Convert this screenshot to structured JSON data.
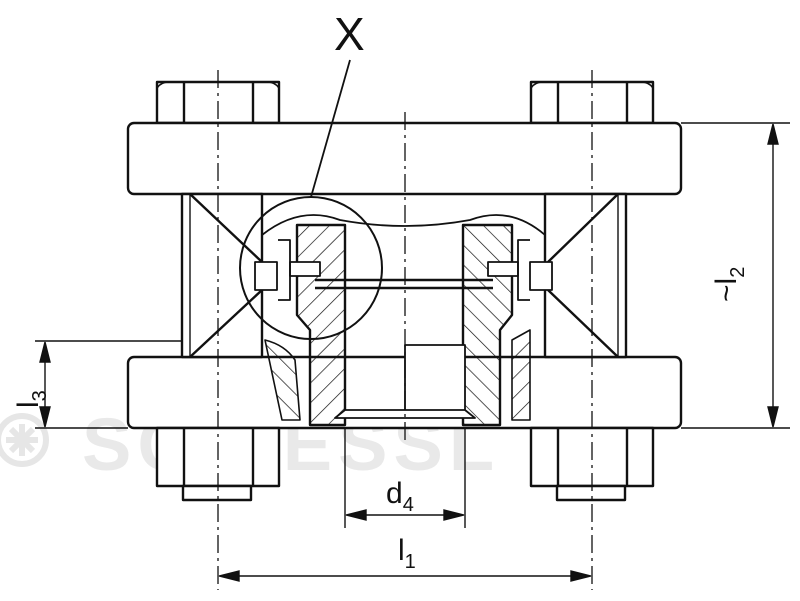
{
  "drawing": {
    "detail_label": "X",
    "watermark": "SCHIESSL",
    "colors": {
      "line": "#111111",
      "watermark": "#e6e6e6",
      "background": "#ffffff"
    }
  },
  "dimensions": {
    "l1": {
      "main": "l",
      "sub": "1"
    },
    "l2": {
      "prefix": "~",
      "main": "l",
      "sub": "2"
    },
    "l3": {
      "main": "l",
      "sub": "3"
    },
    "d4": {
      "main": "d",
      "sub": "4"
    }
  }
}
